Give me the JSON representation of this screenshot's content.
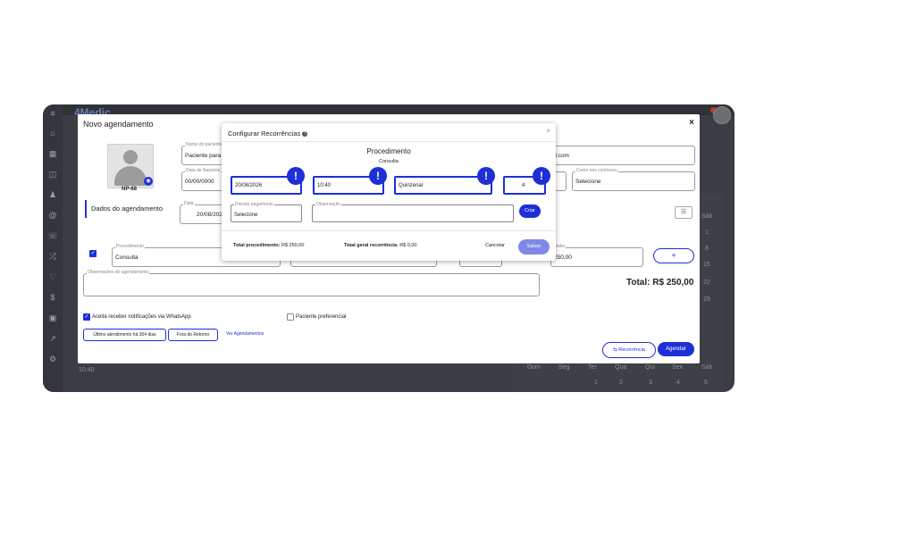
{
  "background_app": {
    "logo": "4Medic",
    "list_time": "10:40",
    "calendar_header": "Sáb",
    "calendar_days_right": [
      "1",
      "8",
      "15",
      "22",
      "29"
    ],
    "calendar_weekdays": [
      "Dom",
      "Seg",
      "Ter",
      "Qua",
      "Qui",
      "Sex",
      "Sáb"
    ],
    "calendar_row": [
      "1",
      "2",
      "3",
      "4",
      "5"
    ]
  },
  "modal": {
    "title": "Novo agendamento",
    "close": "×",
    "photo_code": "NP-68",
    "section_tab": "Dados do agendamento",
    "fields": {
      "nome_label": "Nome do paciente",
      "nome_value": "Paciente para t",
      "email_value": "il.com",
      "nascimento_label": "Data de Nascime",
      "nascimento_value": "00/00/0000",
      "conheceu_label": "Como nos conheceu",
      "conheceu_value": "Selecione",
      "data_label": "Data",
      "data_value": "20/08/2026",
      "procedimento_label": "Procedimento",
      "procedimento_value": "Consulta",
      "valor_label": "Valor",
      "valor_value": "250,00",
      "observacoes_label": "Observações do agendamento"
    },
    "plus_button": "+",
    "total_label": "Total:",
    "total_value": "R$ 250,00",
    "whatsapp_label": "Aceita receber notificações via WhatsApp",
    "preferencial_label": "Paciente preferencial",
    "btn_ultimo": "Último atendimento há 304 dias",
    "btn_retorno": "Fora do Retorno",
    "link_ver": "Ver Agendamentos",
    "btn_recorrencia": "⇆ Recorrência",
    "btn_agendar": "Agendar"
  },
  "dialog": {
    "title": "Configurar Recorrências",
    "close": "×",
    "procedure_heading": "Procedimento",
    "procedure_name": "Consulta",
    "date_value": "20/08/2026",
    "time_value": "10:40",
    "frequency_value": "Quinzenal",
    "count_value": "4",
    "warn_symbol": "!",
    "divisao_label": "Divisão pagamento",
    "divisao_value": "Selecione",
    "observacao_label": "Observação",
    "criar": "Criar",
    "total_proc_label": "Total procedimento:",
    "total_proc_value": "R$ 250,00",
    "total_geral_label": "Total geral recorrência:",
    "total_geral_value": "R$ 0,00",
    "cancel": "Cancelar",
    "save": "Salvar"
  },
  "colors": {
    "accent": "#1e2fd8",
    "save_disabled": "#7f89e8",
    "overlay": "#3a3d44"
  }
}
